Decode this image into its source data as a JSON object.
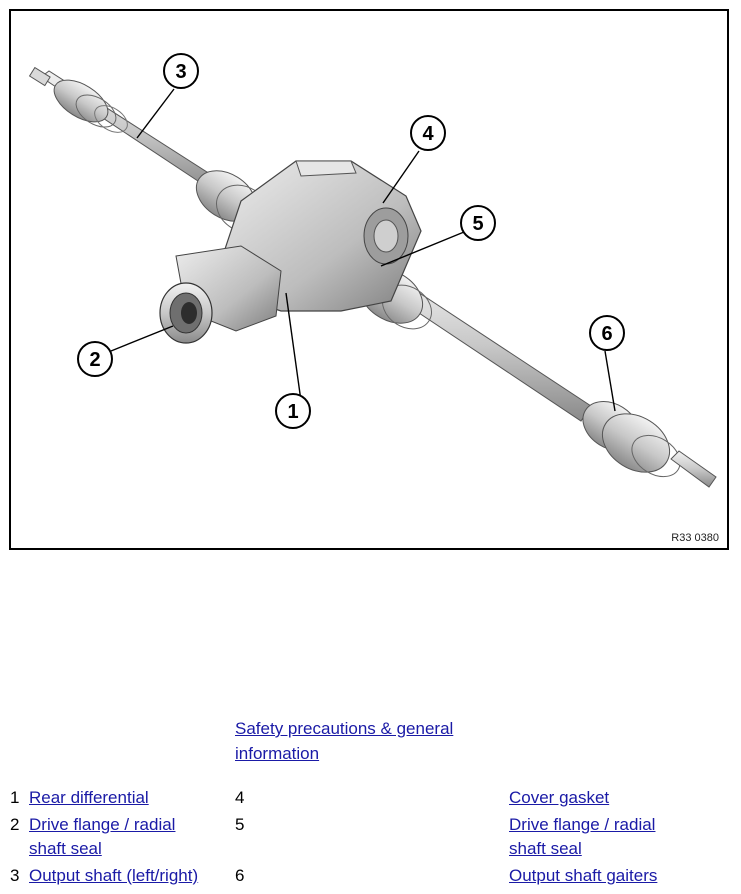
{
  "figure": {
    "code": "R33 0380",
    "callouts": [
      "1",
      "2",
      "3",
      "4",
      "5",
      "6"
    ]
  },
  "links": {
    "safety": "Safety precautions & general information"
  },
  "legend": [
    {
      "num": "1",
      "label": "Rear differential",
      "num2": "4",
      "label2": "Cover gasket"
    },
    {
      "num": "2",
      "label": "Drive flange / radial shaft seal",
      "num2": "5",
      "label2": "Drive flange / radial shaft seal"
    },
    {
      "num": "3",
      "label": "Output shaft (left/right)",
      "num2": "6",
      "label2": "Output shaft gaiters"
    }
  ]
}
